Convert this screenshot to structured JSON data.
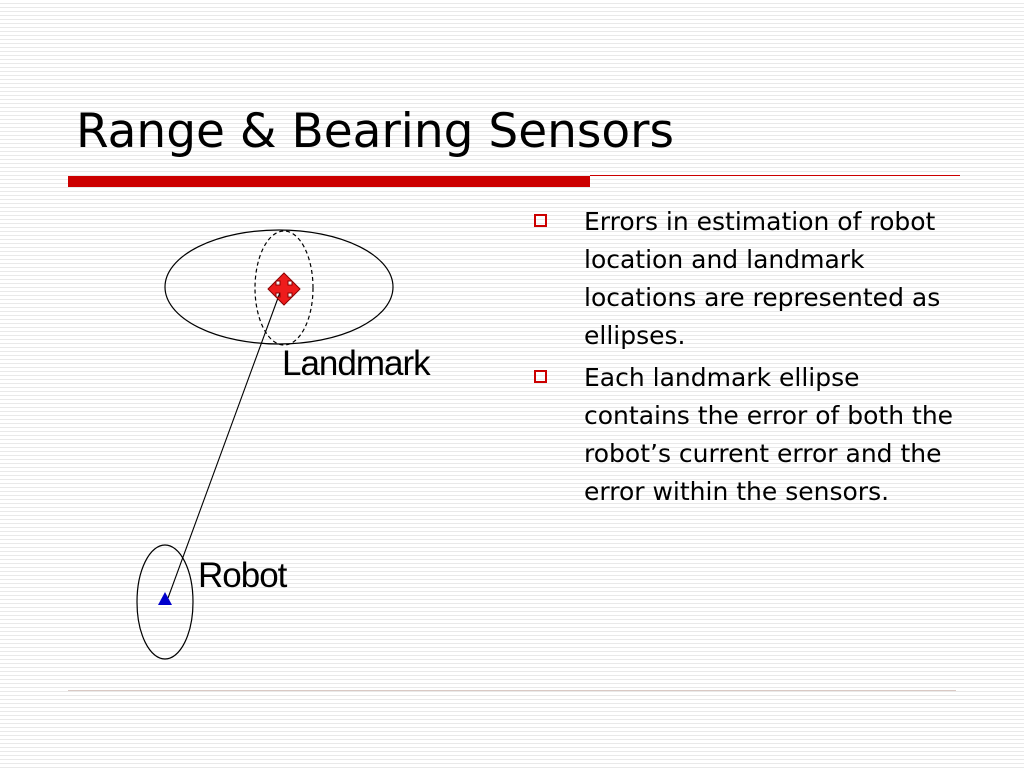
{
  "title": "Range & Bearing Sensors",
  "colors": {
    "accent": "#cc0000",
    "robot_marker": "#0000cc",
    "landmark_marker": "#ee1c1c"
  },
  "diagram": {
    "landmark_label": "Landmark",
    "robot_label": "Robot",
    "landmark_marker_icon": "four-way-arrow-icon",
    "robot_marker_icon": "triangle-icon"
  },
  "bullets": [
    "Errors in estimation of robot location and landmark locations are represented as ellipses.",
    "Each landmark ellipse contains the error of both the robot’s current error and the error within the sensors."
  ]
}
